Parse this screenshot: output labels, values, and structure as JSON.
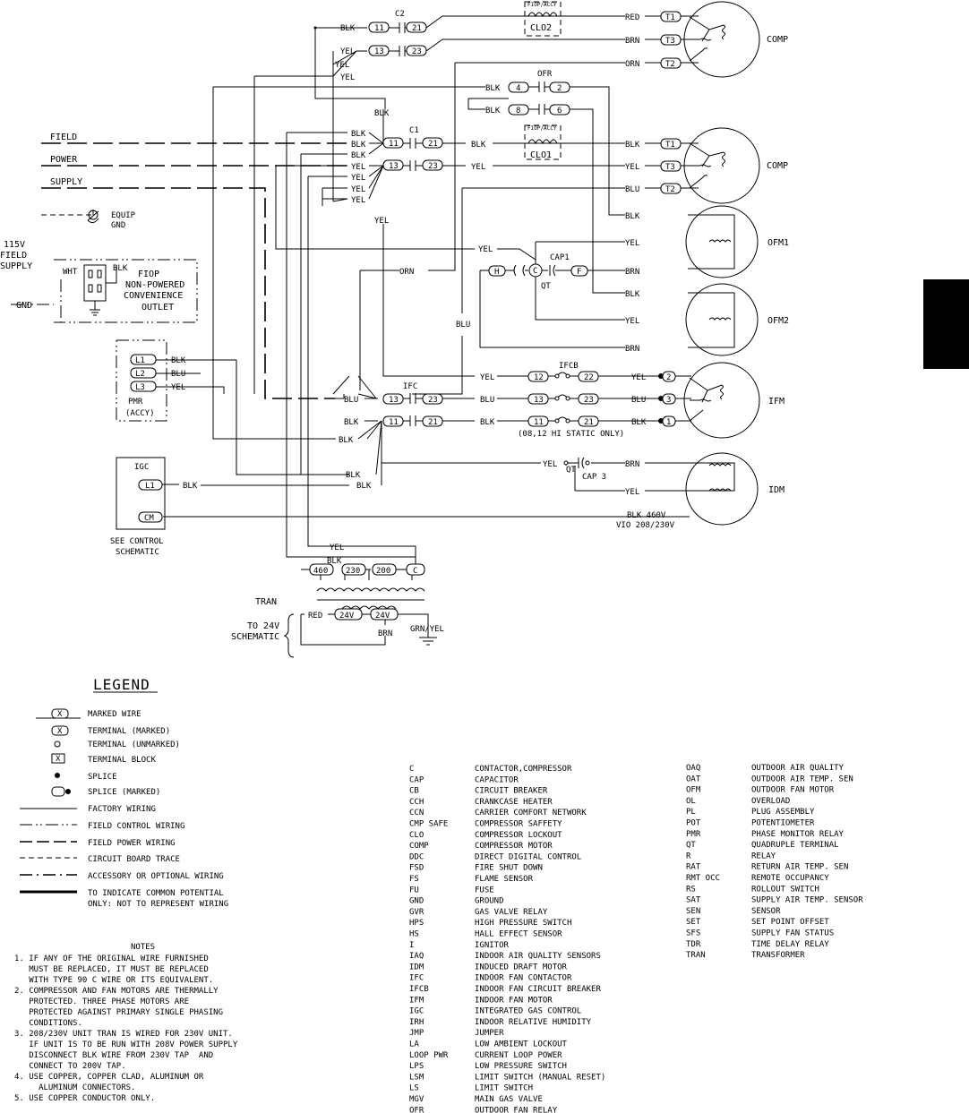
{
  "schematic": {
    "components": {
      "comp_top": "COMP",
      "comp_mid": "COMP",
      "ofm1": "OFM1",
      "ofm2": "OFM2",
      "ifm": "IFM",
      "idm": "IDM",
      "clo2": "CLO2",
      "clo1": "CLO1",
      "fiop_accy": "FIOP/ACCY",
      "c2": "C2",
      "c1": "C1",
      "ofr": "OFR",
      "cap1": "CAP1",
      "qt": "QT",
      "ifcb": "IFCB",
      "ifc": "IFC",
      "cap3": "CAP 3",
      "tran": "TRAN",
      "igc": "IGC"
    },
    "wire_colors": {
      "blk": "BLK",
      "yel": "YEL",
      "red": "RED",
      "brn": "BRN",
      "orn": "ORN",
      "blu": "BLU",
      "wht": "WHT",
      "grn_yel": "GRN/YEL"
    },
    "terminals": {
      "t1": "T1",
      "t2": "T2",
      "t3": "T3",
      "n11": "11",
      "n21": "21",
      "n13": "13",
      "n23": "23",
      "n4": "4",
      "n2": "2",
      "n8": "8",
      "n6": "6",
      "n12": "12",
      "n22": "22",
      "n1": "1",
      "n3": "3",
      "h": "H",
      "c": "C",
      "f": "F",
      "l1": "L1",
      "l2": "L2",
      "l3": "L3",
      "cm": "CM",
      "v460": "460",
      "v230": "230",
      "v200": "200",
      "v24": "24V"
    },
    "labels": {
      "field": "FIELD",
      "power": "POWER",
      "supply": "SUPPLY",
      "equip": "EQUIP",
      "gnd": "GND",
      "v115": "115V",
      "field_c": "FIELD",
      "supply_c": "SUPPLY",
      "gnd_dash": "GND",
      "fiop": "FIOP",
      "outlet1": "NON-POWERED",
      "outlet2": "CONVENIENCE",
      "outlet3": "OUTLET",
      "pmr": "PMR",
      "pmr_accy": "(ACCY)",
      "hi_static": "(08,12 HI STATIC ONLY)",
      "blk460": "BLK 460V",
      "vio": "VIO 208/230V",
      "see_control1": "SEE CONTROL",
      "see_control2": "SCHEMATIC",
      "to24v1": "TO 24V",
      "to24v2": "SCHEMATIC"
    }
  },
  "legend": {
    "title": "LEGEND",
    "items": [
      "MARKED WIRE",
      "TERMINAL (MARKED)",
      "TERMINAL (UNMARKED)",
      "TERMINAL BLOCK",
      "SPLICE",
      "SPLICE (MARKED)",
      "FACTORY WIRING",
      "FIELD CONTROL WIRING",
      "FIELD POWER WIRING",
      "CIRCUIT BOARD TRACE",
      "ACCESSORY OR OPTIONAL WIRING",
      "TO INDICATE COMMON POTENTIAL",
      "ONLY: NOT TO REPRESENT WIRING"
    ],
    "symbol_x": "X"
  },
  "notes": {
    "title": "NOTES",
    "lines": [
      "1. IF ANY OF THE ORIGINAL WIRE FURNISHED",
      "   MUST BE REPLACED, IT MUST BE REPLACED",
      "   WITH TYPE 90 C WIRE OR ITS EQUIVALENT.",
      "2. COMPRESSOR AND FAN MOTORS ARE THERMALLY",
      "   PROTECTED. THREE PHASE MOTORS ARE",
      "   PROTECTED AGAINST PRIMARY SINGLE PHASING",
      "   CONDITIONS.",
      "3. 208/230V UNIT TRAN IS WIRED FOR 230V UNIT.",
      "   IF UNIT IS TO BE RUN WITH 208V POWER SUPPLY",
      "   DISCONNECT BLK WIRE FROM 230V TAP  AND",
      "   CONNECT TO 200V TAP.",
      "4. USE COPPER, COPPER CLAD, ALUMINUM OR",
      "     ALUMINUM CONNECTORS.",
      "5. USE COPPER CONDUCTOR ONLY."
    ]
  },
  "abbreviations_left": [
    [
      "C",
      "CONTACTOR,COMPRESSOR"
    ],
    [
      "CAP",
      "CAPACITOR"
    ],
    [
      "CB",
      "CIRCUIT BREAKER"
    ],
    [
      "CCH",
      "CRANKCASE HEATER"
    ],
    [
      "CCN",
      "CARRIER COMFORT NETWORK"
    ],
    [
      "CMP SAFE",
      "COMPRESSOR SAFFETY"
    ],
    [
      "CLO",
      "COMPRESSOR LOCKOUT"
    ],
    [
      "COMP",
      "COMPRESSOR MOTOR"
    ],
    [
      "DDC",
      "DIRECT DIGITAL CONTROL"
    ],
    [
      "FSD",
      "FIRE SHUT DOWN"
    ],
    [
      "FS",
      "FLAME SENSOR"
    ],
    [
      "FU",
      "FUSE"
    ],
    [
      "GND",
      "GROUND"
    ],
    [
      "GVR",
      "GAS VALVE RELAY"
    ],
    [
      "HPS",
      "HIGH PRESSURE SWITCH"
    ],
    [
      "HS",
      "HALL EFFECT SENSOR"
    ],
    [
      "I",
      "IGNITOR"
    ],
    [
      "IAQ",
      "INDOOR AIR QUALITY SENSORS"
    ],
    [
      "IDM",
      "INDUCED DRAFT MOTOR"
    ],
    [
      "IFC",
      "INDOOR FAN CONTACTOR"
    ],
    [
      "IFCB",
      "INDOOR FAN CIRCUIT BREAKER"
    ],
    [
      "IFM",
      "INDOOR FAN MOTOR"
    ],
    [
      "IGC",
      "INTEGRATED GAS CONTROL"
    ],
    [
      "IRH",
      "INDOOR RELATIVE HUMIDITY"
    ],
    [
      "JMP",
      "JUMPER"
    ],
    [
      "LA",
      "LOW AMBIENT LOCKOUT"
    ],
    [
      "LOOP PWR",
      "CURRENT LOOP POWER"
    ],
    [
      "LPS",
      "LOW PRESSURE SWITCH"
    ],
    [
      "LSM",
      "LIMIT SWITCH (MANUAL RESET)"
    ],
    [
      "LS",
      "LIMIT SWITCH"
    ],
    [
      "MGV",
      "MAIN GAS VALVE"
    ],
    [
      "OFR",
      "OUTDOOR FAN RELAY"
    ]
  ],
  "abbreviations_right": [
    [
      "OAQ",
      "OUTDOOR AIR QUALITY"
    ],
    [
      "OAT",
      "OUTDOOR AIR TEMP. SEN"
    ],
    [
      "OFM",
      "OUTDOOR FAN MOTOR"
    ],
    [
      "OL",
      "OVERLOAD"
    ],
    [
      "PL",
      "PLUG ASSEMBLY"
    ],
    [
      "POT",
      "POTENTIOMETER"
    ],
    [
      "PMR",
      "PHASE MONITOR RELAY"
    ],
    [
      "QT",
      "QUADRUPLE TERMINAL"
    ],
    [
      "R",
      "RELAY"
    ],
    [
      "RAT",
      "RETURN AIR TEMP. SEN"
    ],
    [
      "RMT OCC",
      "REMOTE OCCUPANCY"
    ],
    [
      "RS",
      "ROLLOUT SWITCH"
    ],
    [
      "SAT",
      "SUPPLY AIR TEMP. SENSOR"
    ],
    [
      "SEN",
      "SENSOR"
    ],
    [
      "SET",
      "SET POINT OFFSET"
    ],
    [
      "SFS",
      "SUPPLY FAN STATUS"
    ],
    [
      "TDR",
      "TIME DELAY RELAY"
    ],
    [
      "TRAN",
      "TRANSFORMER"
    ]
  ]
}
